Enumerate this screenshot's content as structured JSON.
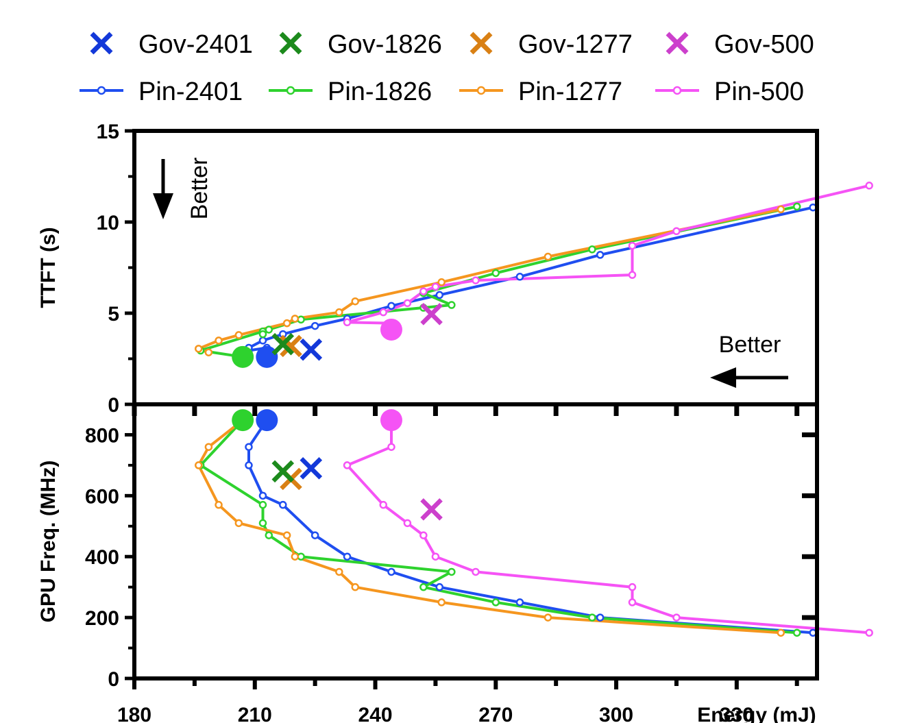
{
  "chart_data": {
    "type": "line",
    "legend_placement": "top",
    "legend": [
      {
        "label": "Gov-2401",
        "color": "#1338d9",
        "marker": "x"
      },
      {
        "label": "Gov-1826",
        "color": "#1c8a1c",
        "marker": "x"
      },
      {
        "label": "Gov-1277",
        "color": "#d98014",
        "marker": "x"
      },
      {
        "label": "Gov-500",
        "color": "#cc40cc",
        "marker": "x"
      },
      {
        "label": "Pin-2401",
        "color": "#1f4ef0",
        "marker": "line-circle"
      },
      {
        "label": "Pin-1826",
        "color": "#2ed22e",
        "marker": "line-circle"
      },
      {
        "label": "Pin-1277",
        "color": "#f5961f",
        "marker": "line-circle"
      },
      {
        "label": "Pin-500",
        "color": "#f553f5",
        "marker": "line-circle"
      }
    ],
    "x_axis": {
      "label": "Energy (mJ)",
      "range": [
        180,
        350
      ],
      "ticks": [
        "180",
        "210",
        "240",
        "270",
        "300",
        "330"
      ],
      "tick_values": [
        180,
        210,
        240,
        270,
        300,
        330
      ]
    },
    "panels": [
      {
        "id": "ttft",
        "ylabel": "TTFT (s)",
        "ylim": [
          0,
          15
        ],
        "yticks": [
          "0",
          "5",
          "10",
          "15"
        ],
        "ytick_values": [
          0,
          5,
          10,
          15
        ],
        "annotations": [
          {
            "text": "Better",
            "arrow": "down",
            "position": "top-left"
          },
          {
            "text": "Better",
            "arrow": "left",
            "position": "bottom-right"
          }
        ],
        "series": [
          {
            "name": "Pin-2401",
            "color": "#1f4ef0",
            "x": [
              213,
              208.5,
              208.5,
              212,
              217,
              225,
              233,
              244,
              256,
              276,
              296,
              349
            ],
            "y": [
              3.1,
              2.95,
              3.1,
              3.5,
              3.85,
              4.3,
              4.7,
              5.4,
              6.0,
              7.0,
              8.2,
              10.8
            ]
          },
          {
            "name": "Pin-1826",
            "color": "#2ed22e",
            "x": [
              207,
              196.5,
              212,
              212,
              213.5,
              221.5,
              252,
              259,
              252,
              270,
              294,
              345
            ],
            "y": [
              2.6,
              2.95,
              4.0,
              3.85,
              4.1,
              4.65,
              5.3,
              5.45,
              6.1,
              7.2,
              8.5,
              10.85
            ]
          },
          {
            "name": "Pin-1277",
            "color": "#f5961f",
            "x": [
              198.5,
              196,
              201,
              206,
              218,
              220,
              231,
              235,
              256.5,
              283,
              341
            ],
            "y": [
              2.85,
              3.05,
              3.5,
              3.8,
              4.45,
              4.7,
              5.05,
              5.65,
              6.7,
              8.1,
              10.7
            ]
          },
          {
            "name": "Pin-500",
            "color": "#f553f5",
            "x": [
              244,
              244,
              233,
              242,
              248,
              252,
              255,
              265,
              304,
              304,
              315,
              363
            ],
            "y": [
              4.1,
              4.45,
              4.5,
              5.05,
              5.55,
              6.2,
              6.45,
              6.8,
              7.1,
              8.7,
              9.5,
              12.0
            ]
          }
        ],
        "big_points": [
          {
            "series": "Pin-1826",
            "x": 207,
            "y": 2.6,
            "color": "#2ed22e"
          },
          {
            "series": "Pin-2401",
            "x": 213,
            "y": 2.6,
            "color": "#1f4ef0"
          },
          {
            "series": "Pin-500",
            "x": 244,
            "y": 4.1,
            "color": "#f553f5"
          }
        ],
        "gov_points": [
          {
            "series": "Gov-1277",
            "x": 219,
            "y": 3.2,
            "color": "#d98014"
          },
          {
            "series": "Gov-1826",
            "x": 217,
            "y": 3.3,
            "color": "#1c8a1c"
          },
          {
            "series": "Gov-2401",
            "x": 224,
            "y": 3.0,
            "color": "#1338d9"
          },
          {
            "series": "Gov-500",
            "x": 254,
            "y": 4.95,
            "color": "#cc40cc"
          }
        ]
      },
      {
        "id": "freq",
        "ylabel": "GPU Freq. (MHz)",
        "ylim": [
          0,
          900
        ],
        "yticks": [
          "0",
          "200",
          "400",
          "600",
          "800"
        ],
        "ytick_values": [
          0,
          200,
          400,
          600,
          800
        ],
        "series": [
          {
            "name": "Pin-2401",
            "color": "#1f4ef0",
            "x": [
              213,
              208.5,
              208.5,
              212,
              217,
              225,
              233,
              244,
              256,
              276,
              296,
              349
            ],
            "y": [
              848,
              760,
              700,
              600,
              570,
              470,
              400,
              350,
              300,
              250,
              200,
              150
            ]
          },
          {
            "name": "Pin-1826",
            "color": "#2ed22e",
            "x": [
              207,
              196.5,
              212,
              212,
              213.5,
              221.5,
              259,
              252,
              270,
              294,
              345
            ],
            "y": [
              848,
              700,
              570,
              510,
              470,
              400,
              350,
              300,
              250,
              200,
              150
            ]
          },
          {
            "name": "Pin-1277",
            "color": "#f5961f",
            "x": [
              207,
              198.5,
              196,
              201,
              206,
              218,
              220,
              231,
              235,
              256.5,
              283,
              341
            ],
            "y": [
              848,
              760,
              700,
              570,
              510,
              470,
              400,
              350,
              300,
              250,
              200,
              150
            ]
          },
          {
            "name": "Pin-500",
            "color": "#f553f5",
            "x": [
              244,
              244,
              233,
              242,
              248,
              252,
              255,
              265,
              304,
              304,
              315,
              363
            ],
            "y": [
              848,
              760,
              700,
              570,
              510,
              470,
              400,
              350,
              300,
              250,
              200,
              150
            ]
          }
        ],
        "big_points": [
          {
            "series": "Pin-1826",
            "x": 207,
            "y": 848,
            "color": "#2ed22e"
          },
          {
            "series": "Pin-2401",
            "x": 213,
            "y": 848,
            "color": "#1f4ef0"
          },
          {
            "series": "Pin-500",
            "x": 244,
            "y": 848,
            "color": "#f553f5"
          }
        ],
        "gov_points": [
          {
            "series": "Gov-1277",
            "x": 219,
            "y": 655,
            "color": "#d98014"
          },
          {
            "series": "Gov-1826",
            "x": 217,
            "y": 680,
            "color": "#1c8a1c"
          },
          {
            "series": "Gov-2401",
            "x": 224,
            "y": 690,
            "color": "#1338d9"
          },
          {
            "series": "Gov-500",
            "x": 254,
            "y": 555,
            "color": "#cc40cc"
          }
        ]
      }
    ]
  }
}
